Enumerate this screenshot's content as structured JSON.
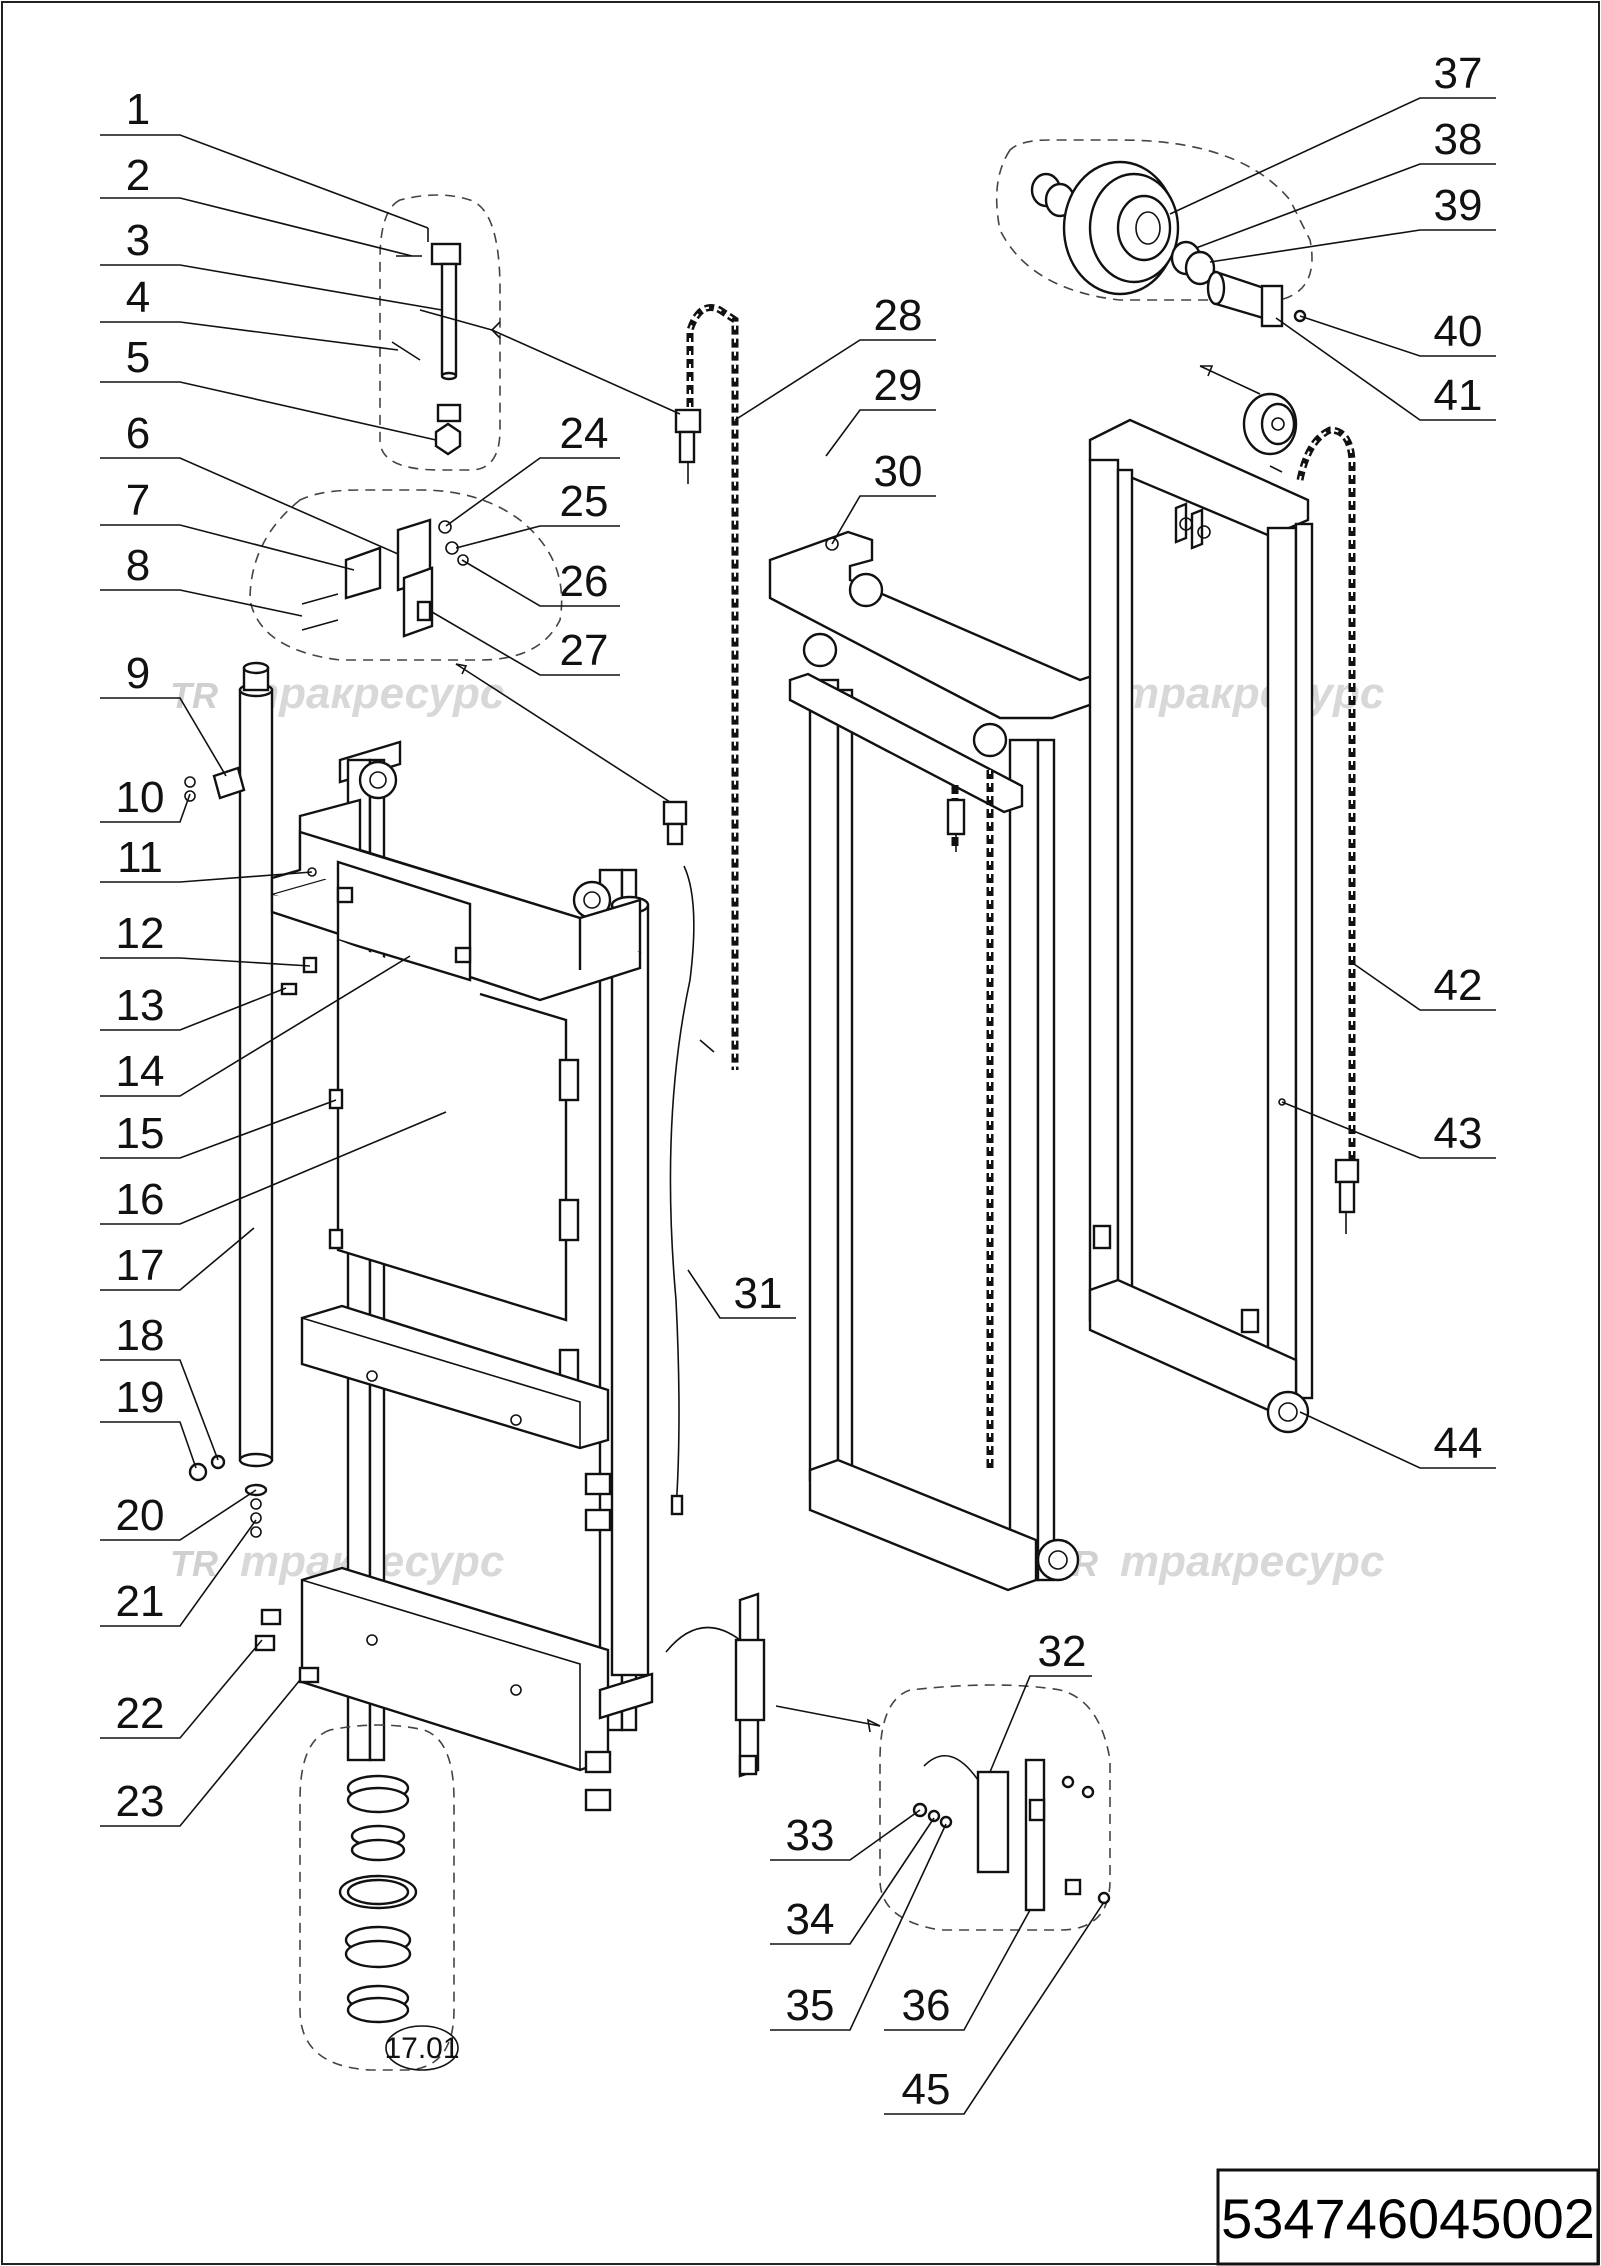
{
  "callouts": [
    {
      "id": "1",
      "label": "1"
    },
    {
      "id": "2",
      "label": "2"
    },
    {
      "id": "3",
      "label": "3"
    },
    {
      "id": "4",
      "label": "4"
    },
    {
      "id": "5",
      "label": "5"
    },
    {
      "id": "6",
      "label": "6"
    },
    {
      "id": "7",
      "label": "7"
    },
    {
      "id": "8",
      "label": "8"
    },
    {
      "id": "9",
      "label": "9"
    },
    {
      "id": "10",
      "label": "10"
    },
    {
      "id": "11",
      "label": "11"
    },
    {
      "id": "12",
      "label": "12"
    },
    {
      "id": "13",
      "label": "13"
    },
    {
      "id": "14",
      "label": "14"
    },
    {
      "id": "15",
      "label": "15"
    },
    {
      "id": "16",
      "label": "16"
    },
    {
      "id": "17",
      "label": "17"
    },
    {
      "id": "18",
      "label": "18"
    },
    {
      "id": "19",
      "label": "19"
    },
    {
      "id": "20",
      "label": "20"
    },
    {
      "id": "21",
      "label": "21"
    },
    {
      "id": "22",
      "label": "22"
    },
    {
      "id": "23",
      "label": "23"
    },
    {
      "id": "24",
      "label": "24"
    },
    {
      "id": "25",
      "label": "25"
    },
    {
      "id": "26",
      "label": "26"
    },
    {
      "id": "27",
      "label": "27"
    },
    {
      "id": "28",
      "label": "28"
    },
    {
      "id": "29",
      "label": "29"
    },
    {
      "id": "30",
      "label": "30"
    },
    {
      "id": "31",
      "label": "31"
    },
    {
      "id": "32",
      "label": "32"
    },
    {
      "id": "33",
      "label": "33"
    },
    {
      "id": "34",
      "label": "34"
    },
    {
      "id": "35",
      "label": "35"
    },
    {
      "id": "36",
      "label": "36"
    },
    {
      "id": "37",
      "label": "37"
    },
    {
      "id": "38",
      "label": "38"
    },
    {
      "id": "39",
      "label": "39"
    },
    {
      "id": "40",
      "label": "40"
    },
    {
      "id": "41",
      "label": "41"
    },
    {
      "id": "42",
      "label": "42"
    },
    {
      "id": "43",
      "label": "43"
    },
    {
      "id": "44",
      "label": "44"
    },
    {
      "id": "45",
      "label": "45"
    }
  ],
  "seal_kit_label": "17.01",
  "part_number": "534746045002",
  "watermark": {
    "logo": "TR",
    "text": "тракресурс"
  }
}
